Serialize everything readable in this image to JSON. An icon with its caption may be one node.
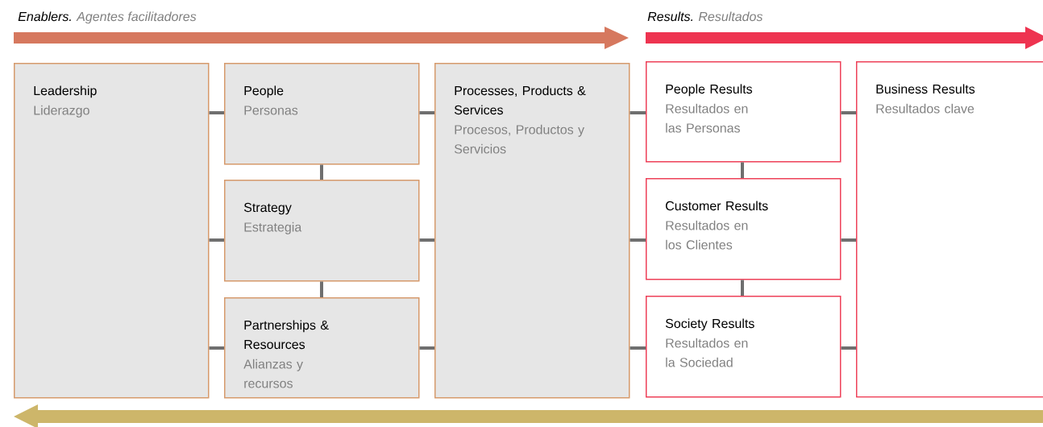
{
  "diagram": {
    "nodes": [
      {
        "text": [
          "Leadership",
          "Liderazgo"
        ]
      },
      {
        "text": [
          "People",
          "Personas"
        ]
      },
      {
        "text": [
          "Strategy",
          "Estrategia"
        ]
      },
      {
        "text": [
          "Partnerships & Resources",
          "Alianzas y recursos"
        ]
      },
      {
        "text": [
          "Processes, Products & Services",
          "Procesos, Productos y Servicios"
        ]
      },
      {
        "text": [
          "People Results",
          "Resultados en las Personas"
        ]
      },
      {
        "text": [
          "Customer Results",
          "Resultados en los Clientes"
        ]
      },
      {
        "text": [
          "Society Results",
          "Resultados en la Sociedad"
        ]
      },
      {
        "text": [
          "Business Results",
          "Resultados clave"
        ]
      }
    ],
    "edges": [
      {
        "from": 0,
        "to": 1,
        "arrow": "none"
      },
      {
        "from": 0,
        "to": 2,
        "arrow": "none"
      },
      {
        "from": 0,
        "to": 3,
        "arrow": "none"
      },
      {
        "from": 1,
        "to": 2,
        "arrow": "none"
      },
      {
        "from": 2,
        "to": 3,
        "arrow": "none"
      },
      {
        "from": 1,
        "to": 4,
        "arrow": "none"
      },
      {
        "from": 2,
        "to": 4,
        "arrow": "none"
      },
      {
        "from": 3,
        "to": 4,
        "arrow": "none"
      },
      {
        "from": 4,
        "to": 5,
        "arrow": "none"
      },
      {
        "from": 4,
        "to": 6,
        "arrow": "none"
      },
      {
        "from": 4,
        "to": 7,
        "arrow": "none"
      },
      {
        "from": 5,
        "to": 6,
        "arrow": "none"
      },
      {
        "from": 6,
        "to": 7,
        "arrow": "none"
      },
      {
        "from": 5,
        "to": 8,
        "arrow": "none"
      },
      {
        "from": 6,
        "to": 8,
        "arrow": "none"
      },
      {
        "from": 7,
        "to": 8,
        "arrow": "none"
      }
    ],
    "labels": [
      "Enablers.",
      "Agentes facilitadores",
      "Results.",
      "Resultados"
    ]
  }
}
